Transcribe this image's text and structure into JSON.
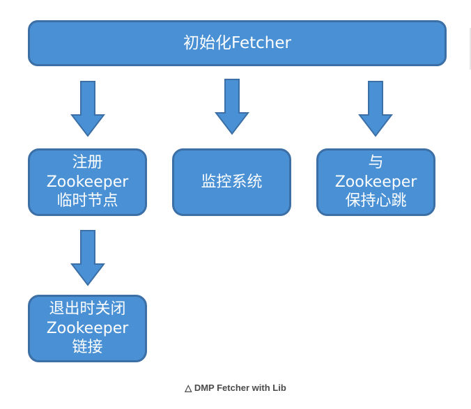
{
  "diagram": {
    "top": {
      "label": "初始化Fetcher"
    },
    "boxes": {
      "register": {
        "lines": [
          "注册",
          "Zookeeper",
          "临时节点"
        ]
      },
      "monitor": {
        "lines": [
          "监控系统"
        ]
      },
      "heartbeat": {
        "lines": [
          "与",
          "Zookeeper",
          "保持心跳"
        ]
      },
      "close": {
        "lines": [
          "退出时关闭",
          "Zookeeper",
          "链接"
        ]
      }
    },
    "caption": "△ DMP Fetcher with Lib"
  },
  "colors": {
    "box_fill": "#4a90d4",
    "box_border": "#3b6fa5",
    "text": "#ffffff"
  }
}
